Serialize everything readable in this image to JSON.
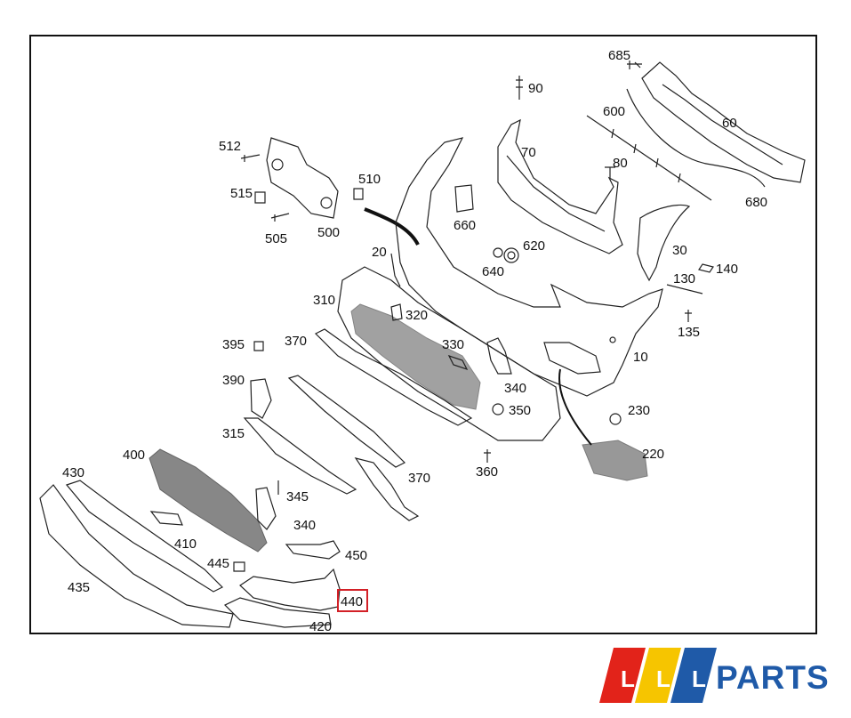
{
  "diagram": {
    "callouts": [
      {
        "id": "685"
      },
      {
        "id": "90"
      },
      {
        "id": "600"
      },
      {
        "id": "60"
      },
      {
        "id": "70"
      },
      {
        "id": "80"
      },
      {
        "id": "680"
      },
      {
        "id": "512"
      },
      {
        "id": "515"
      },
      {
        "id": "505"
      },
      {
        "id": "500"
      },
      {
        "id": "510"
      },
      {
        "id": "660"
      },
      {
        "id": "620"
      },
      {
        "id": "640"
      },
      {
        "id": "30"
      },
      {
        "id": "20"
      },
      {
        "id": "130"
      },
      {
        "id": "140"
      },
      {
        "id": "310"
      },
      {
        "id": "320"
      },
      {
        "id": "135"
      },
      {
        "id": "395"
      },
      {
        "id": "370"
      },
      {
        "id": "330"
      },
      {
        "id": "10"
      },
      {
        "id": "390"
      },
      {
        "id": "340"
      },
      {
        "id": "350"
      },
      {
        "id": "230"
      },
      {
        "id": "315"
      },
      {
        "id": "220"
      },
      {
        "id": "400"
      },
      {
        "id": "360"
      },
      {
        "id": "370"
      },
      {
        "id": "430"
      },
      {
        "id": "345"
      },
      {
        "id": "340"
      },
      {
        "id": "410"
      },
      {
        "id": "450"
      },
      {
        "id": "445"
      },
      {
        "id": "435"
      },
      {
        "id": "440",
        "highlighted": true
      },
      {
        "id": "420"
      }
    ],
    "highlight_color": "#d32027"
  },
  "logo": {
    "brand_text": "PARTS",
    "letters": [
      "L",
      "L",
      "L"
    ],
    "colors": {
      "red": "#e2231a",
      "yellow": "#f6c500",
      "blue": "#1f5aa8",
      "text": "#1f5aa8"
    }
  }
}
